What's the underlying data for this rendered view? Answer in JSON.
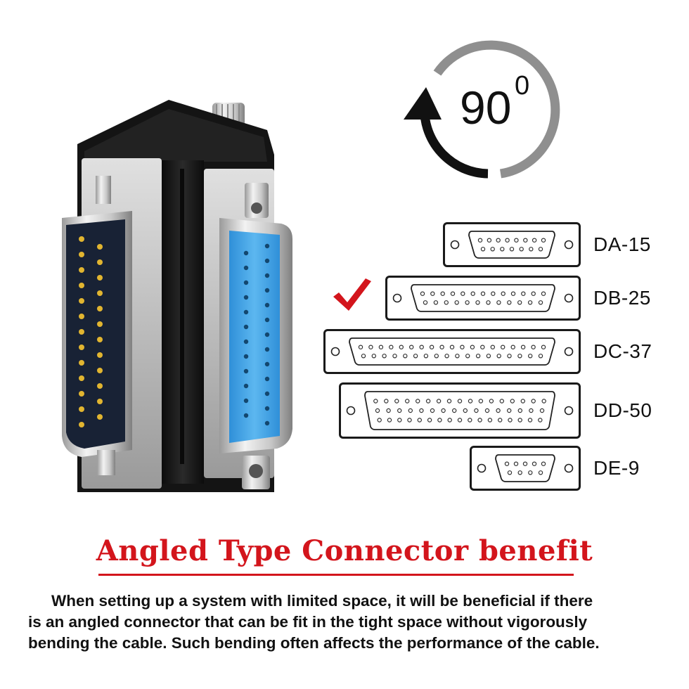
{
  "badge": {
    "angle_value": "90",
    "angle_unit": "0"
  },
  "connectors": [
    {
      "name": "DA-15",
      "selected": false
    },
    {
      "name": "DB-25",
      "selected": true
    },
    {
      "name": "DC-37",
      "selected": false
    },
    {
      "name": "DD-50",
      "selected": false
    },
    {
      "name": "DE-9",
      "selected": false
    }
  ],
  "colors": {
    "accent_red": "#d3151c",
    "connector_blue": "#3fa3e6",
    "housing_black": "#151515"
  },
  "headline": "Angled Type Connector benefit",
  "body": {
    "line1": "When setting up a system with limited space, it will be beneficial if there",
    "line2": "is an angled connector that can be fit in the tight space without vigorously",
    "line3": "bending the cable. Such bending often affects the performance of the cable."
  }
}
